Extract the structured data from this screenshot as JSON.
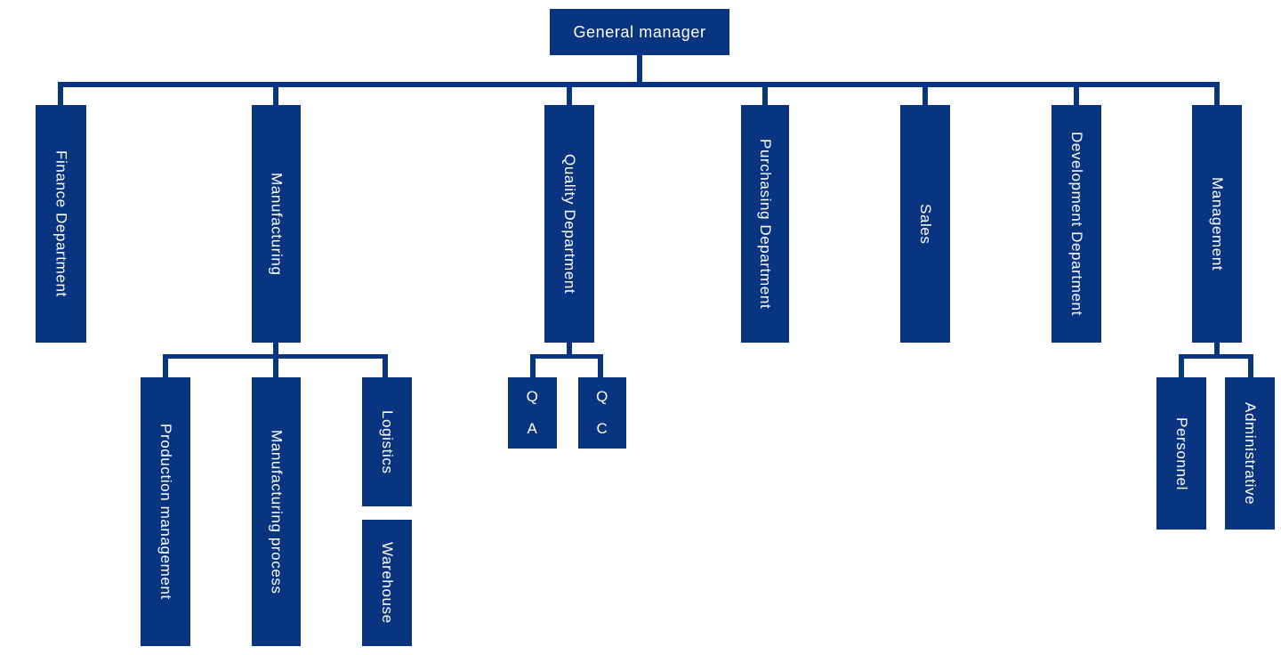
{
  "diagram": {
    "type": "org-chart"
  },
  "colors": {
    "node_bg": "#083480",
    "node_text": "#ffffff",
    "connector": "#083480",
    "background": "#ffffff"
  },
  "nodes": {
    "general_manager": {
      "label": "General manager"
    },
    "finance": {
      "label": "Finance Department"
    },
    "manufacturing": {
      "label": "Manufacturing"
    },
    "quality": {
      "label": "Quality Department"
    },
    "purchasing": {
      "label": "Purchasing Department"
    },
    "sales": {
      "label": "Sales"
    },
    "development": {
      "label": "Development Department"
    },
    "management": {
      "label": "Management"
    },
    "production_management": {
      "label": "Production management"
    },
    "manufacturing_process": {
      "label": "Manufacturing process"
    },
    "logistics": {
      "label": "Logistics"
    },
    "warehouse": {
      "label": "Warehouse"
    },
    "qa": {
      "label": "Q\nA"
    },
    "qc": {
      "label": "Q\nC"
    },
    "personnel": {
      "label": "Personnel"
    },
    "administrative": {
      "label": "Administrative"
    }
  },
  "hierarchy": {
    "root": "general_manager",
    "children": {
      "general_manager": [
        "finance",
        "manufacturing",
        "quality",
        "purchasing",
        "sales",
        "development",
        "management"
      ],
      "manufacturing": [
        "production_management",
        "manufacturing_process",
        "logistics",
        "warehouse"
      ],
      "quality": [
        "qa",
        "qc"
      ],
      "management": [
        "personnel",
        "administrative"
      ]
    }
  }
}
